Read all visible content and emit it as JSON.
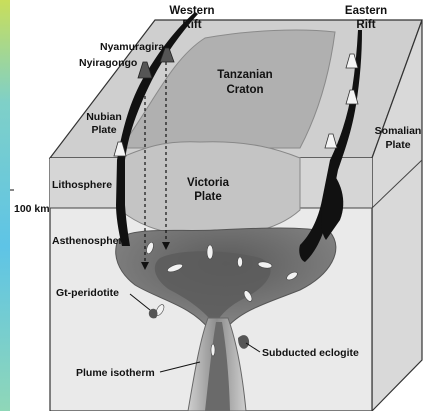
{
  "diagram": {
    "labels": {
      "western_rift": [
        "Western",
        "Rift"
      ],
      "eastern_rift": [
        "Eastern",
        "Rift"
      ],
      "nyamuragira": "Nyamuragira",
      "nyiragongo": "Nyiragongo",
      "tanzanian_craton": [
        "Tanzanian",
        "Craton"
      ],
      "nubian_plate": [
        "Nubian",
        "Plate"
      ],
      "somalian_plate": [
        "Somalian",
        "Plate"
      ],
      "lithosphere": "Lithosphere",
      "victoria_plate": [
        "Victoria",
        "Plate"
      ],
      "depth_100km": "100 km",
      "asthenosphere": "Asthenosphere",
      "gt_peridotite": "Gt-peridotite",
      "subducted_eclogite": "Subducted eclogite",
      "plume_isotherm": "Plume isotherm"
    },
    "colors": {
      "left_map_strip": "#7fd0c8",
      "box_top": "#d0d0d0",
      "box_side": "#e8e8e8",
      "craton": "#b4b4b4",
      "plume_dark": "#6e6e6e",
      "rift_black": "#111111"
    },
    "icons": [
      "volcano-icon"
    ]
  }
}
